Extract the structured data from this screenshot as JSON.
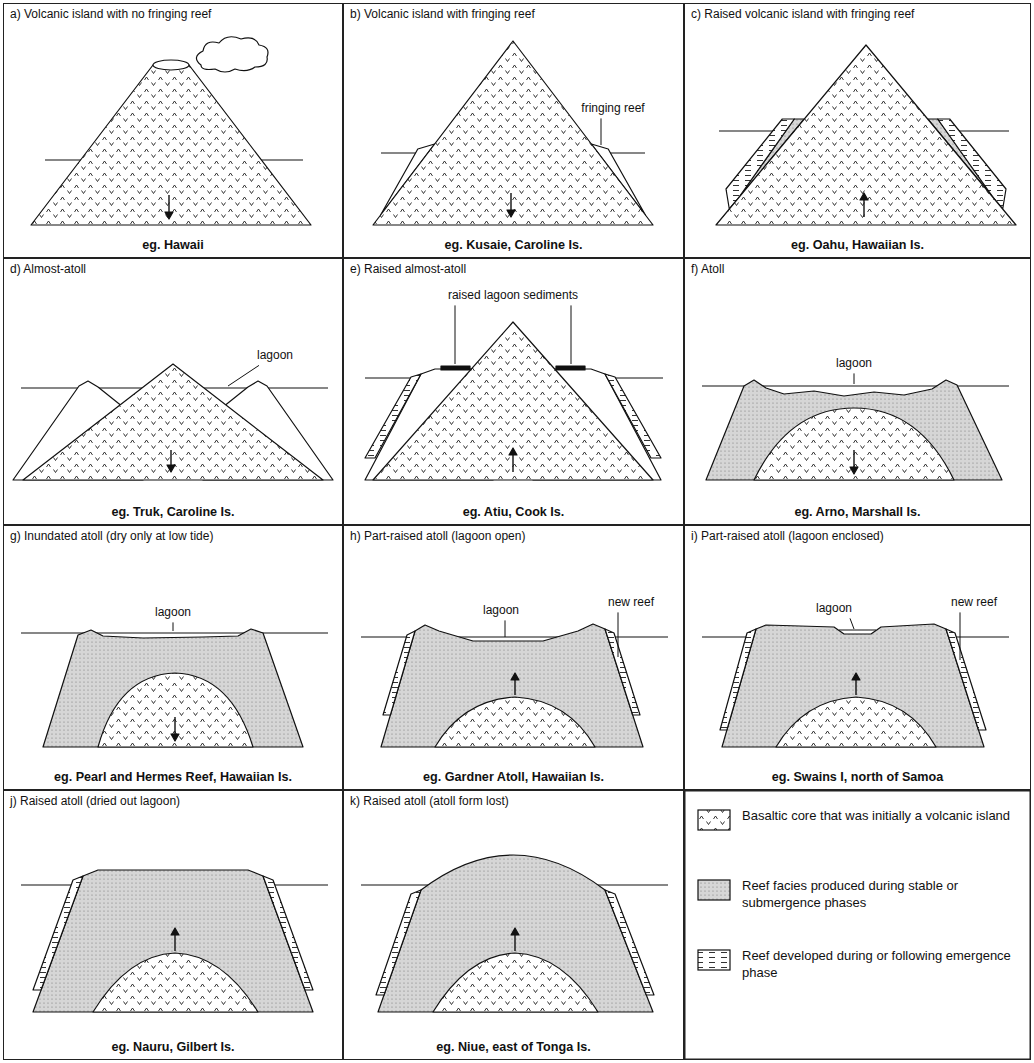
{
  "diagram": {
    "nodes": [
      {
        "text": [
          "a) Volcanic island with no fringing reef",
          "eg. Hawaii"
        ]
      },
      {
        "text": [
          "b) Volcanic island with fringing reef",
          "eg. Kusaie, Caroline Is."
        ]
      },
      {
        "text": [
          "c) Raised volcanic island with fringing reef",
          "eg. Oahu, Hawaiian Is."
        ]
      },
      {
        "text": [
          "d) Almost-atoll",
          "eg. Truk, Caroline Is."
        ]
      },
      {
        "text": [
          "e) Raised almost-atoll",
          "eg. Atiu, Cook Is."
        ]
      },
      {
        "text": [
          "f) Atoll",
          "eg. Arno, Marshall Is."
        ]
      },
      {
        "text": [
          "g) Inundated atoll (dry only at low tide)",
          "eg. Pearl and Hermes Reef, Hawaiian Is."
        ]
      },
      {
        "text": [
          "h) Part-raised atoll (lagoon open)",
          "eg. Gardner Atoll, Hawaiian Is."
        ]
      },
      {
        "text": [
          "i) Part-raised atoll (lagoon enclosed)",
          "eg. Swains I, north of Samoa"
        ]
      },
      {
        "text": [
          "j) Raised atoll (dried out lagoon)",
          "eg. Nauru, Gilbert Is."
        ]
      },
      {
        "text": [
          "k) Raised atoll (atoll form lost)",
          "eg. Niue, east of Tonga Is."
        ]
      }
    ],
    "labels": [
      "fringing reef",
      "lagoon",
      "raised lagoon sediments",
      "lagoon",
      "lagoon",
      "lagoon",
      "new reef",
      "lagoon",
      "new reef"
    ],
    "legend": [
      {
        "text": "Basaltic core that was initially a volcanic island"
      },
      {
        "text": "Reef facies produced during stable or submergence phases"
      },
      {
        "text": "Reef developed during or following emergence phase"
      }
    ]
  }
}
